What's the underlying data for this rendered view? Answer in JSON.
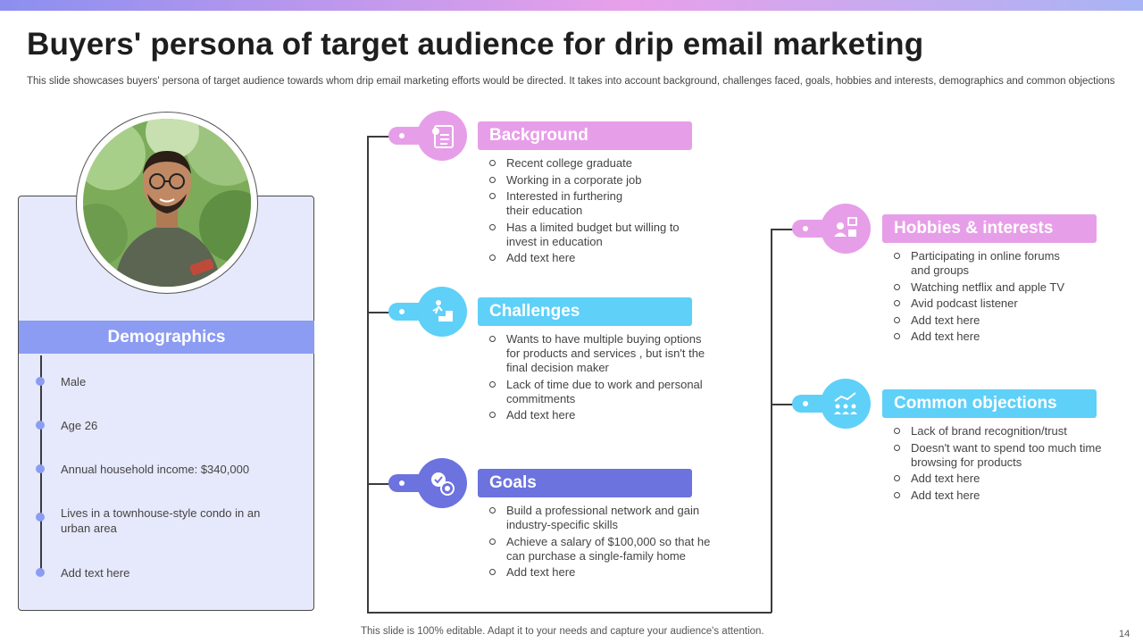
{
  "title": "Buyers' persona of target audience for drip email marketing",
  "subtitle": "This slide showcases buyers' persona of target audience towards whom drip email marketing efforts would be directed. It takes into account background, challenges faced, goals, hobbies and interests, demographics and common objections",
  "colors": {
    "pink": "#e79ee8",
    "cyan": "#5fd0f8",
    "indigo": "#6c72de",
    "lavender": "#8c9cf3",
    "card_bg": "#e6e9fb"
  },
  "demographics": {
    "header": "Demographics",
    "items": [
      "Male",
      "Age 26",
      "Annual household income: $340,000",
      "Lives in a townhouse-style condo in an urban area",
      "Add text here"
    ]
  },
  "sections": {
    "background": {
      "title": "Background",
      "icon": "resume-icon",
      "items": [
        "Recent college graduate",
        "Working in a corporate job",
        "Interested in furthering their education",
        "Has a limited budget but willing to invest in education",
        "Add text here"
      ]
    },
    "challenges": {
      "title": "Challenges",
      "icon": "climbing-steps-icon",
      "items": [
        "Wants to have multiple buying options for products and services , but isn't the final decision maker",
        "Lack of time due to work and personal commitments",
        "Add text here"
      ]
    },
    "goals": {
      "title": "Goals",
      "icon": "target-check-icon",
      "items": [
        "Build a professional network and gain industry-specific skills",
        "Achieve a salary of $100,000 so that he can purchase a single-family home",
        "Add text here"
      ]
    },
    "hobbies": {
      "title": "Hobbies & interests",
      "icon": "person-interests-icon",
      "items": [
        "Participating in online forums and groups",
        "Watching netflix and apple TV",
        "Avid podcast listener",
        "Add text here",
        "Add text here"
      ]
    },
    "objections": {
      "title": "Common objections",
      "icon": "team-chart-icon",
      "items": [
        "Lack of brand recognition/trust",
        "Doesn't want to spend too much time browsing for products",
        "Add text here",
        "Add text here"
      ]
    }
  },
  "footer": "This slide is 100% editable. Adapt it to your needs and capture your audience's attention.",
  "page_number": "14"
}
